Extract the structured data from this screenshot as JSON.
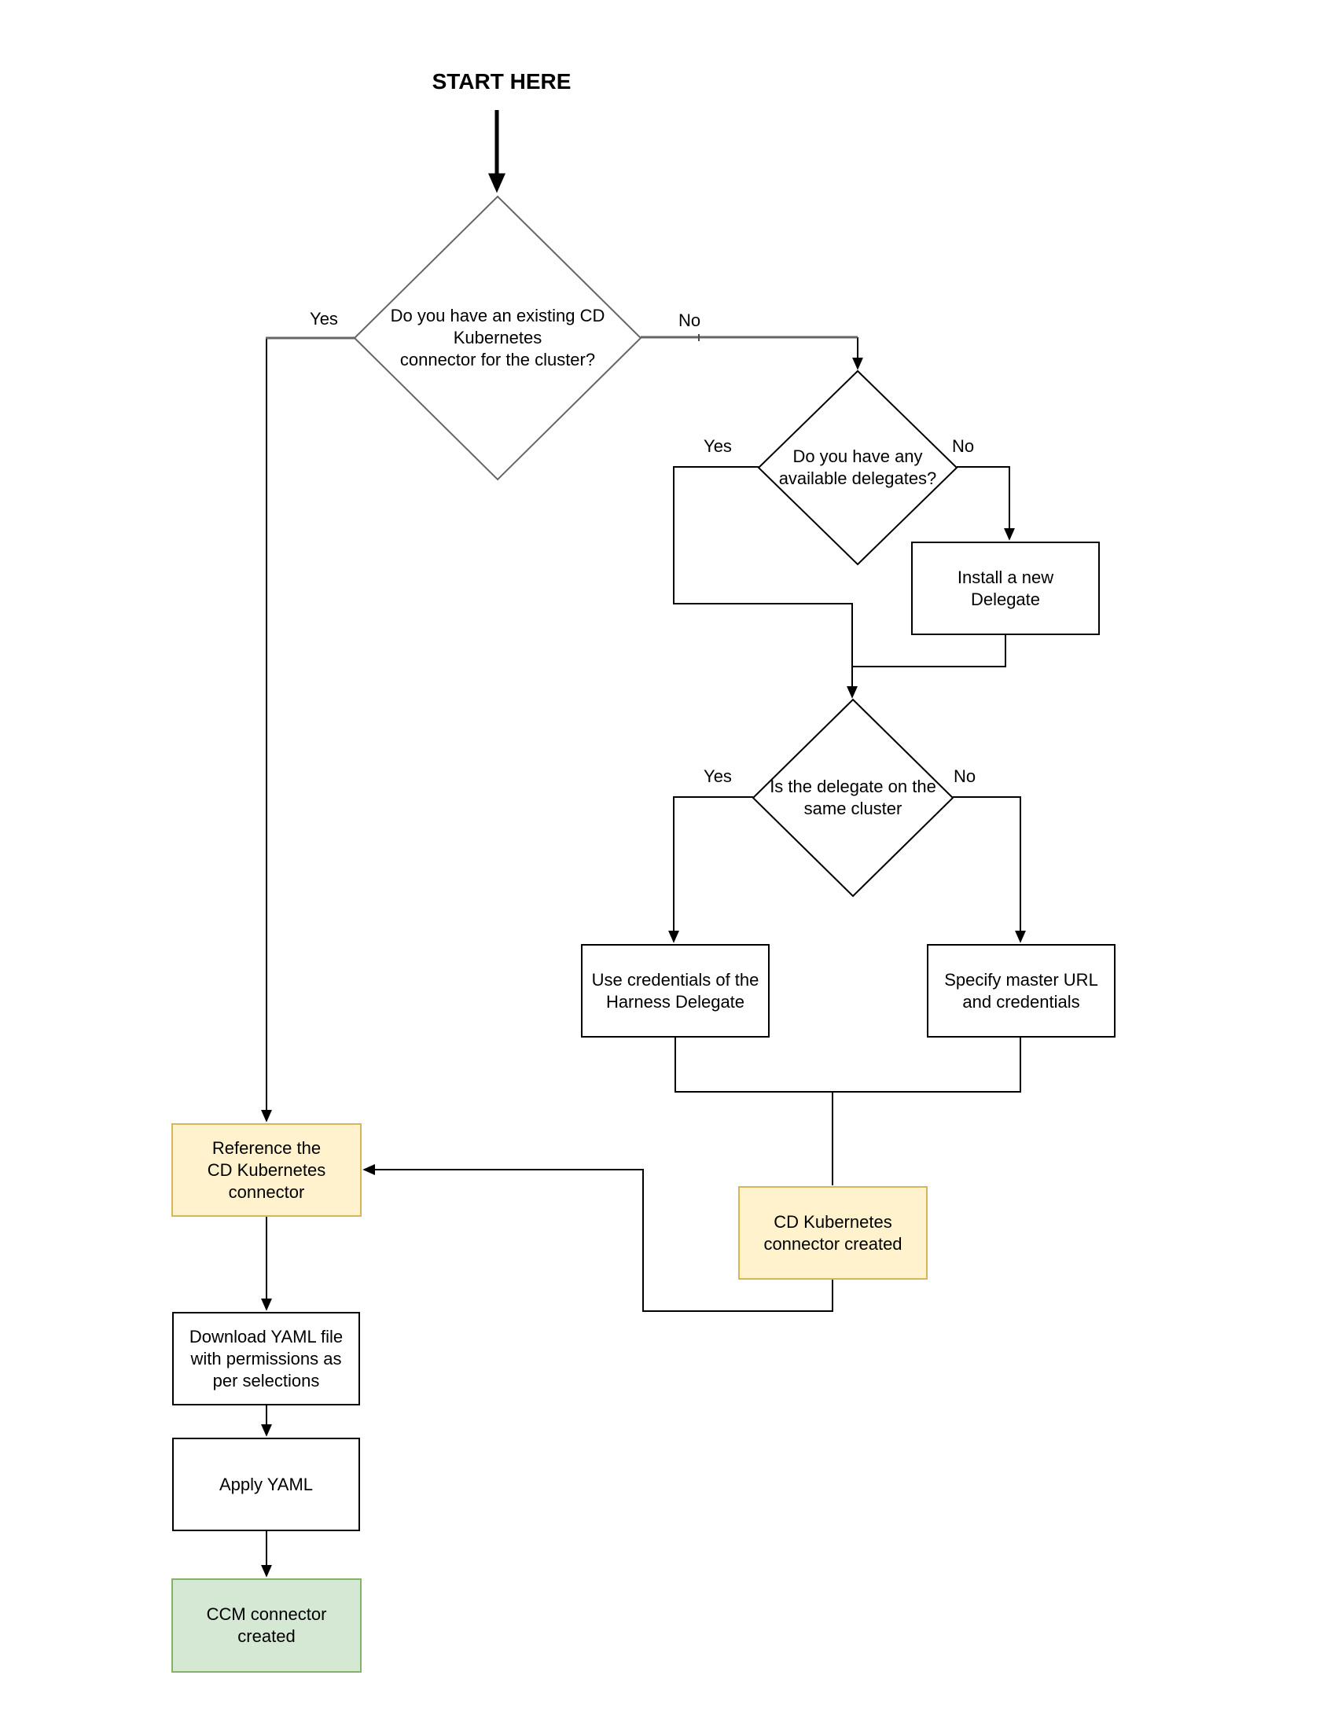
{
  "title": "START HERE",
  "colors": {
    "highlight_fill": "#fff2cc",
    "highlight_border": "#d6b656",
    "success_fill": "#d5e8d4",
    "success_border": "#82b366",
    "node_fill": "#ffffff",
    "node_border": "#000000",
    "decision_border": "#666666",
    "connector": "#000000",
    "text": "#000000",
    "background": "#ffffff"
  },
  "decisions": {
    "existing_connector": {
      "question": "Do you have an existing CD\nKubernetes\nconnector for the cluster?",
      "yes": "Yes",
      "no": "No"
    },
    "available_delegates": {
      "question": "Do you have any\navailable delegates?",
      "yes": "Yes",
      "no": "No"
    },
    "delegate_same_cluster": {
      "question": "Is the delegate on the\nsame cluster",
      "yes": "Yes",
      "no": "No"
    }
  },
  "processes": {
    "install_delegate": {
      "label": "Install a new\nDelegate"
    },
    "use_delegate_credentials": {
      "label": "Use credentials of the\nHarness Delegate"
    },
    "specify_master_url": {
      "label": "Specify master URL\nand credentials"
    },
    "reference_connector": {
      "label": "Reference the\nCD Kubernetes\nconnector"
    },
    "cd_connector_created": {
      "label": "CD Kubernetes\nconnector created"
    },
    "download_yaml": {
      "label": "Download YAML file\nwith permissions as\nper selections"
    },
    "apply_yaml": {
      "label": "Apply YAML"
    },
    "ccm_connector_created": {
      "label": "CCM connector\ncreated"
    }
  }
}
